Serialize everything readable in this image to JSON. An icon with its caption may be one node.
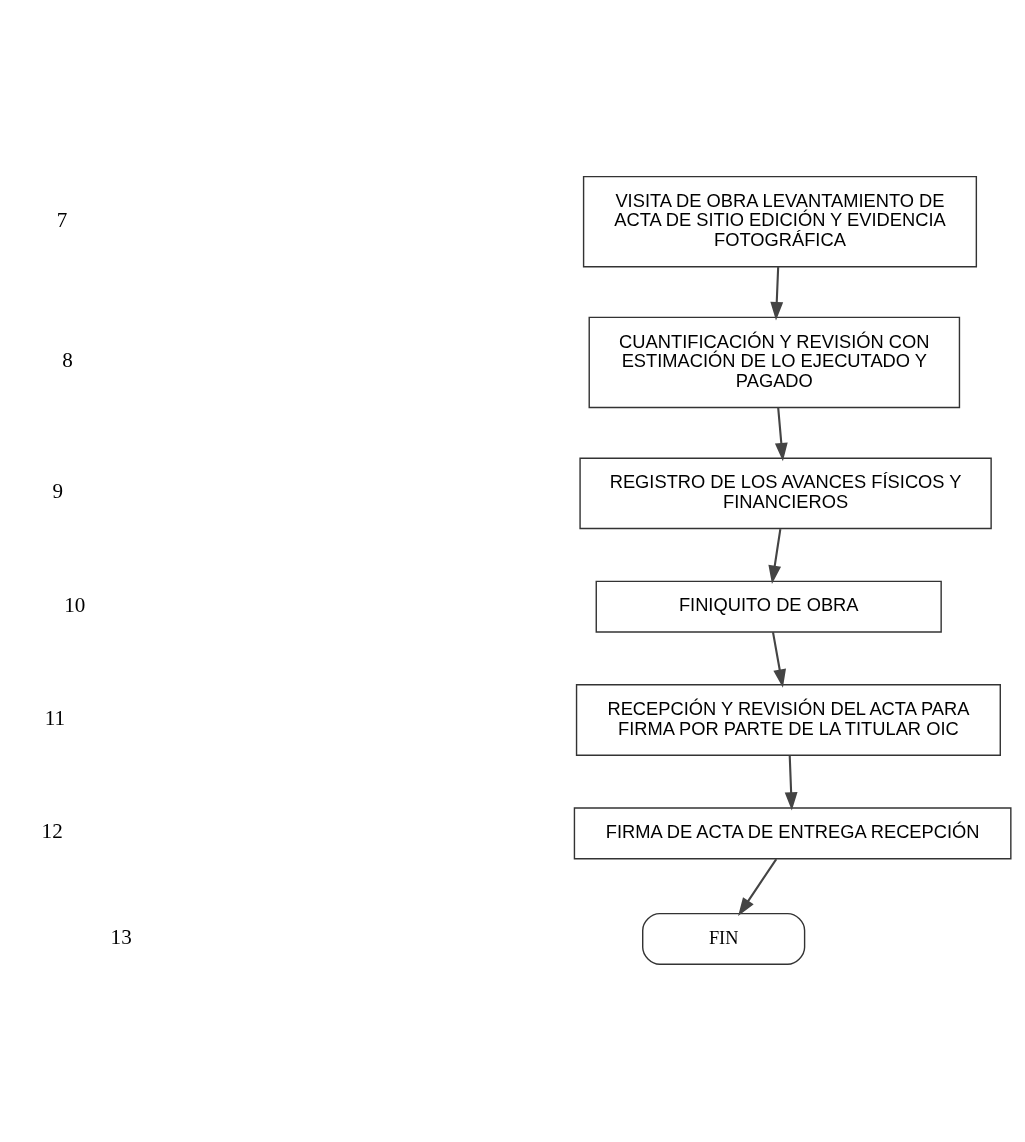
{
  "diagram": {
    "nodes": [
      {
        "text": [
          "VISITA DE OBRA LEVANTAMIENTO DE ACTA DE SITIO EDICIÓN Y EVIDENCIA FOTOGRÁFICA"
        ]
      },
      {
        "text": [
          "CUANTIFICACIÓN Y REVISIÓN CON ESTIMACIÓN DE LO EJECUTADO Y PAGADO"
        ]
      },
      {
        "text": [
          "REGISTRO DE LOS AVANCES FÍSICOS Y FINANCIEROS"
        ]
      },
      {
        "text": [
          "FINIQUITO DE OBRA"
        ]
      },
      {
        "text": [
          "RECEPCIÓN Y REVISIÓN DEL ACTA PARA FIRMA POR PARTE DE LA TITULAR OIC"
        ]
      },
      {
        "text": [
          "FIRMA DE ACTA DE ENTREGA RECEPCIÓN"
        ]
      },
      {
        "text": [
          "FIN"
        ]
      }
    ],
    "edges": [
      {
        "from": 0,
        "to": 1,
        "arrow": "to"
      },
      {
        "from": 1,
        "to": 2,
        "arrow": "to"
      },
      {
        "from": 2,
        "to": 3,
        "arrow": "to"
      },
      {
        "from": 3,
        "to": 4,
        "arrow": "to"
      },
      {
        "from": 4,
        "to": 5,
        "arrow": "to"
      },
      {
        "from": 5,
        "to": 6,
        "arrow": "to"
      }
    ],
    "labels": [
      "7",
      "8",
      "9",
      "10",
      "11",
      "12",
      "13"
    ]
  }
}
